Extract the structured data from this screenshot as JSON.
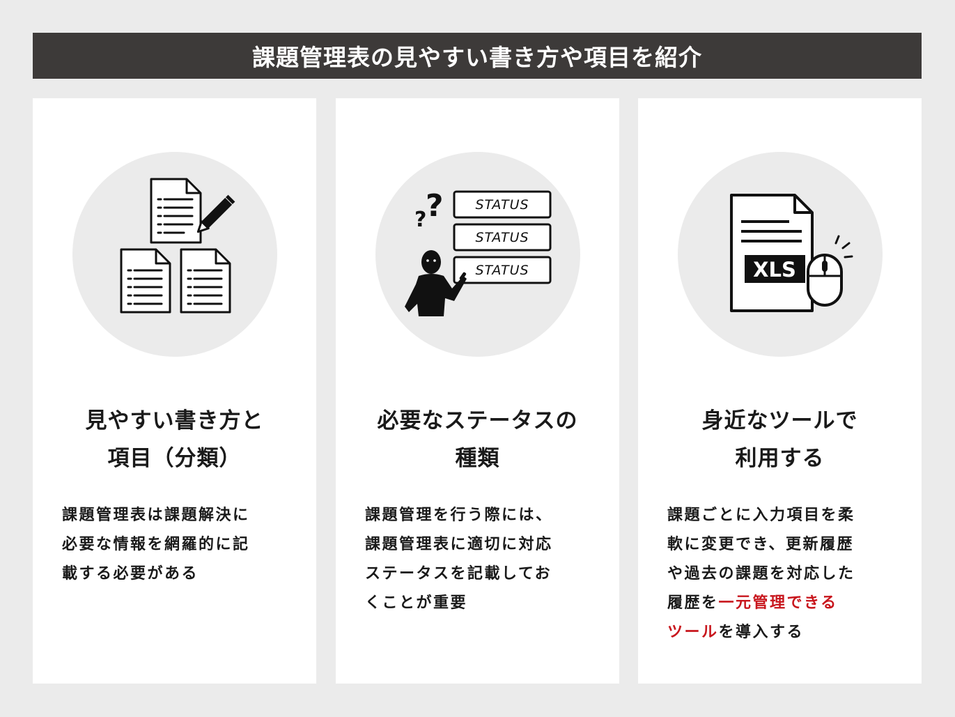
{
  "header": {
    "title": "課題管理表の見やすい書き方や項目を紹介"
  },
  "cards": [
    {
      "title_lines": [
        "見やすい書き方と",
        "項目（分類）"
      ],
      "body_lines": [
        "課題管理表は課題解決に",
        "必要な情報を網羅的に記",
        "載する必要がある"
      ],
      "icon": "documents-pen-icon"
    },
    {
      "title_lines": [
        "必要なステータスの",
        "種類"
      ],
      "body_lines": [
        "課題管理を行う際には、",
        "課題管理表に適切に対応",
        "ステータスを記載してお",
        "くことが重要"
      ],
      "icon": "person-status-icon",
      "status_labels": [
        "STATUS",
        "STATUS",
        "STATUS"
      ]
    },
    {
      "title_lines": [
        "身近なツールで",
        "利用する"
      ],
      "body_lines": [
        "課題ごとに入力項目を柔",
        "軟に変更でき、更新履歴",
        "や過去の課題を対応した"
      ],
      "body_line4": {
        "prefix": "履歴を",
        "highlight": "一元管理できる"
      },
      "body_line5": {
        "highlight": "ツール",
        "suffix": "を導入する"
      },
      "icon": "xls-file-mouse-icon",
      "file_label": "XLS",
      "highlight_color": "#c8161d"
    }
  ],
  "colors": {
    "background": "#ebebeb",
    "header": "#3d3a39",
    "card": "#ffffff",
    "text": "#1a1a1a",
    "accent_red": "#c8161d"
  }
}
